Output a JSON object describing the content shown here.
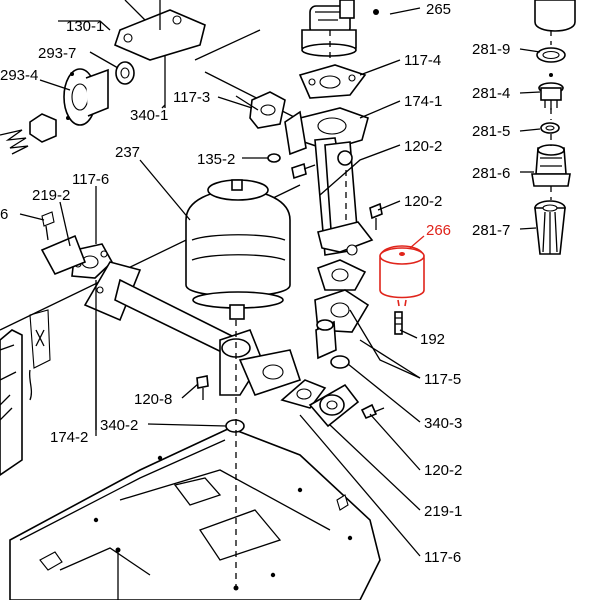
{
  "diagram": {
    "highlight_color": "#e0241b",
    "labels": {
      "l130_1": "130-1",
      "l265": "265",
      "l281_9": "281-9",
      "l293_7": "293-7",
      "l117_4": "117-4",
      "l293_4": "293-4",
      "l281_4": "281-4",
      "l340_1": "340-1",
      "l117_3": "117-3",
      "l174_1": "174-1",
      "l281_5": "281-5",
      "l237": "237",
      "l135_2": "135-2",
      "l120_2a": "120-2",
      "l281_6": "281-6",
      "l117_6a": "117-6",
      "l219_2": "219-2",
      "l6": "6",
      "l120_2b": "120-2",
      "l281_7": "281-7",
      "l266": "266",
      "l192": "192",
      "l117_5": "117-5",
      "l120_8": "120-8",
      "l340_3": "340-3",
      "l340_2": "340-2",
      "l174_2": "174-2",
      "l120_2c": "120-2",
      "l219_1": "219-1",
      "l117_6b": "117-6"
    }
  }
}
